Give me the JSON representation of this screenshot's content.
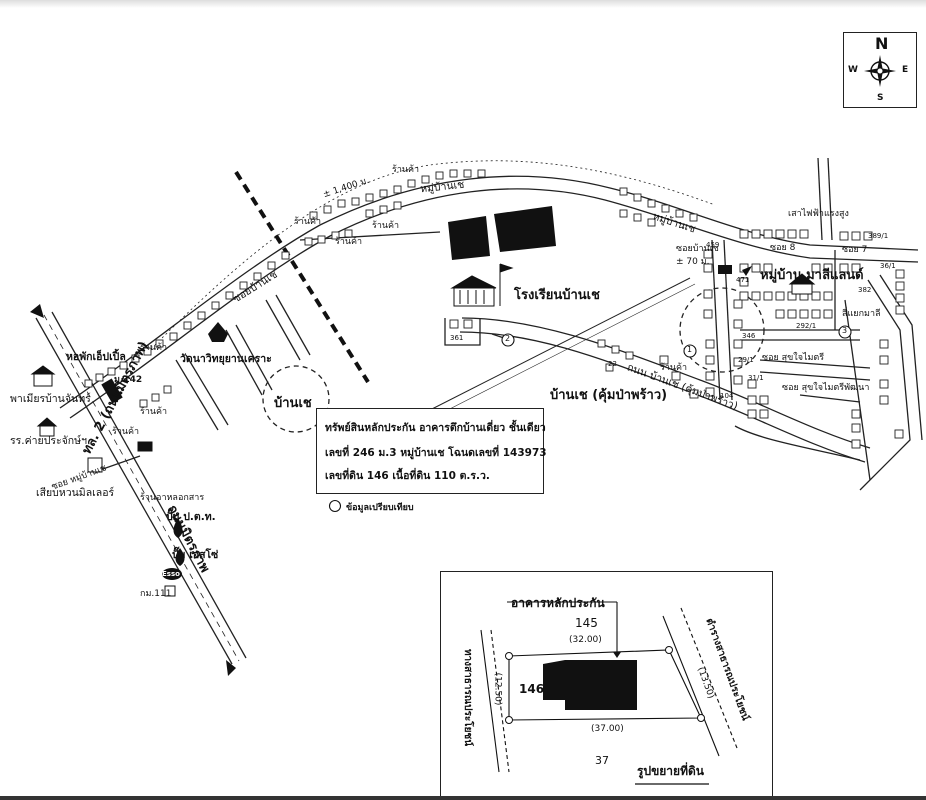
{
  "compass": {
    "n": "N",
    "s": "S",
    "e": "E",
    "w": "W"
  },
  "distance_label": "± 1,400 ม.",
  "distance_label_2": "± 70 ม.",
  "labels": {
    "moo_baan_che": "หมู่บ้านเช",
    "soi_baan_che": "ซอยบ้านเช",
    "moo_baan_marbi": "หมู่บ้าน มาลีแลนด์",
    "school": "โรงเรียนบ้านเช",
    "baan_che": "บ้านเช",
    "baan_che_kum": "บ้านเช (คุ้มป่าพร้าว)",
    "hopak": "หอพักเอ็ปเปิ้ล",
    "m_142": "ม.142",
    "wat": "วัดนาวิทยุยานเคราะ",
    "pamian": "พาเมียรบ้านจันทร์",
    "school_2": "รร.ค่ายประจักษ์ฯ",
    "siab": "เสียบหวนมิลเลอร์",
    "shop": "ร้านค้า",
    "shop_2": "ร้านอาหลอกสาร",
    "pump_ptt": "ปั๊ม ป.ต.ท.",
    "pump_esso": "ปั๊ม เอสโซ่",
    "km": "กม.111",
    "esso_logo": "Esso",
    "road_main": "ทล. 2 (ถนนมิตรภาพ)",
    "road_main_2": "ถนนมิตรภาพ",
    "road_soi": "ถนน บ้านเช (คุ้มป่าพร้าว)",
    "soi_1": "ซอย 8",
    "soi_2": "ซอย 7",
    "soi_sukai": "ซอย สุขใจไมตรี",
    "soi_sukai_2": "ซอย สุขใจไมตรีพัฒนา",
    "soi_hmoo": "ซอย หมู่บ้านเช",
    "pole": "เสาไฟฟ้าแรงสูง",
    "stop_pole": "สี่แยกมาลี",
    "num_361": "361",
    "num_382": "382",
    "num_459": "459",
    "num_471": "471",
    "num_346": "346",
    "num_29_1": "29/1",
    "num_31_1": "31/1",
    "num_104": "104",
    "num_22": "22",
    "num_292": "292/1",
    "num_36_1": "36/1",
    "num_389": "389/1"
  },
  "callout": {
    "line1": "ทรัพย์สินหลักประกัน อาคารตึกบ้านเดี่ยว ชั้นเดียว",
    "line2": "เลขที่ 246 ม.3 หมู่บ้านเช โฉนดเลขที่ 143973",
    "line3": "เลขที่ดิน 146 เนื้อที่ดิน 110 ต.ร.ว."
  },
  "legend": {
    "comparison": "ข้อมูลเปรียบเทียบ"
  },
  "markers": [
    "1",
    "2",
    "3"
  ],
  "inset": {
    "title_building": "อาคารหลักประกัน",
    "lot_top": "145",
    "lot_main": "146",
    "top_dim": "(32.00)",
    "bottom_dim": "(37.00)",
    "left_dim": "(12.50)",
    "right_dim": "(13.50)",
    "left_road": "ทางสาธารณประโยชน์",
    "right_road": "ตำรางสาธารณประโยชน์",
    "page_no": "37",
    "caption": "รูปขยายที่ดิน"
  }
}
